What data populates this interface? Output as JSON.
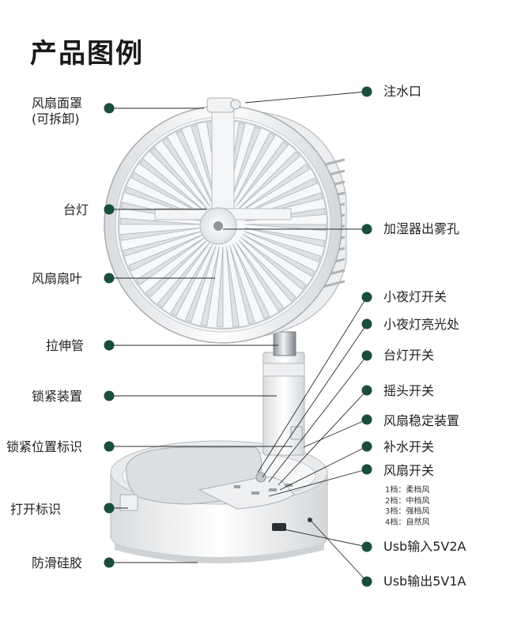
{
  "title": "产品图例",
  "accent_color": "#1b4d3e",
  "left_labels": [
    {
      "id": "fan-cover",
      "line1": "风扇面罩",
      "line2": "(可拆卸)"
    },
    {
      "id": "desk-lamp",
      "line1": "台灯"
    },
    {
      "id": "fan-blade",
      "line1": "风扇扇叶"
    },
    {
      "id": "telescopic-tube",
      "line1": "拉伸管"
    },
    {
      "id": "lock-device",
      "line1": "锁紧装置"
    },
    {
      "id": "lock-position-mark",
      "line1": "锁紧位置标识"
    },
    {
      "id": "open-mark",
      "line1": "打开标识"
    },
    {
      "id": "anti-slip-silicone",
      "line1": "防滑硅胶"
    }
  ],
  "right_labels": [
    {
      "id": "water-inlet",
      "line1": "注水口"
    },
    {
      "id": "humidifier-mist-hole",
      "line1": "加湿器出雾孔"
    },
    {
      "id": "night-light-switch",
      "line1": "小夜灯开关"
    },
    {
      "id": "night-light-area",
      "line1": "小夜灯亮光处"
    },
    {
      "id": "lamp-switch",
      "line1": "台灯开关"
    },
    {
      "id": "oscillation-switch",
      "line1": "摇头开关"
    },
    {
      "id": "fan-stabilizer",
      "line1": "风扇稳定装置"
    },
    {
      "id": "refill-switch",
      "line1": "补水开关"
    },
    {
      "id": "fan-switch",
      "line1": "风扇开关"
    },
    {
      "id": "usb-input",
      "line1": "Usb输入5V2A"
    },
    {
      "id": "usb-output",
      "line1": "Usb输出5V1A"
    }
  ],
  "gear_levels": [
    "1档：柔档风",
    "2档：中档风",
    "3档：强档风",
    "4档：自然风"
  ]
}
